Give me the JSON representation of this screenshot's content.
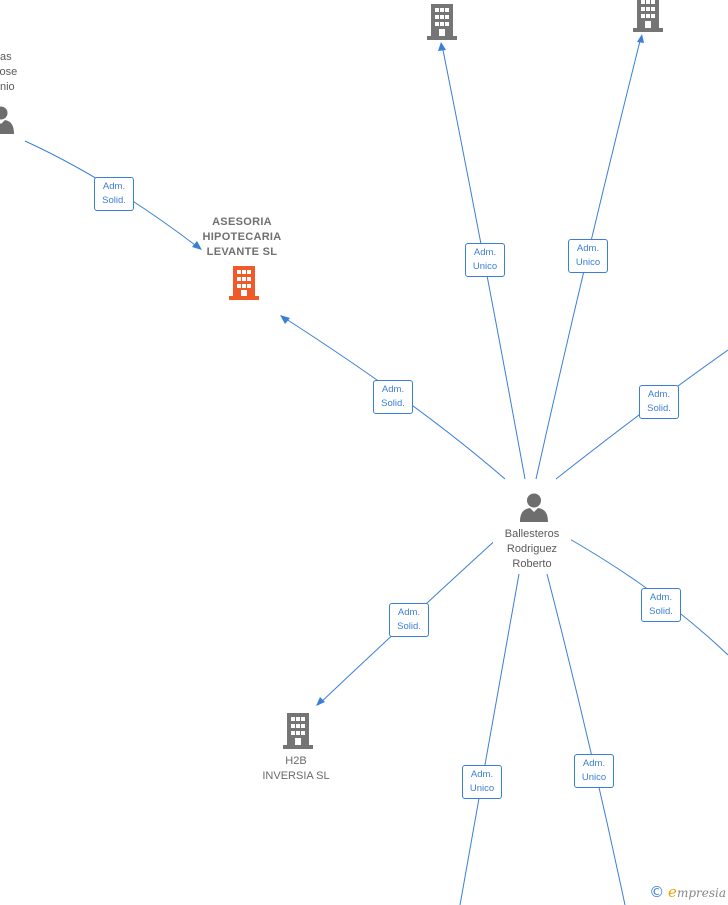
{
  "nodes": {
    "center_person": {
      "lines": [
        "Ballesteros",
        "Rodriguez",
        "Roberto"
      ]
    },
    "left_person": {
      "lines": [
        "as",
        " Jose",
        "nio"
      ]
    },
    "asesoria": {
      "lines": [
        "ASESORIA",
        "HIPOTECARIA",
        "LEVANTE  SL"
      ]
    },
    "h2b": {
      "lines": [
        "H2B",
        "INVERSIA  SL"
      ]
    }
  },
  "relations": [
    {
      "line1": "Adm.",
      "line2": "Solid."
    },
    {
      "line1": "Adm.",
      "line2": "Unico"
    },
    {
      "line1": "Adm.",
      "line2": "Unico"
    },
    {
      "line1": "Adm.",
      "line2": "Solid."
    },
    {
      "line1": "Adm.",
      "line2": "Solid."
    },
    {
      "line1": "Adm.",
      "line2": "Solid."
    },
    {
      "line1": "Adm.",
      "line2": "Solid."
    },
    {
      "line1": "Adm.",
      "line2": "Unico"
    },
    {
      "line1": "Adm.",
      "line2": "Unico"
    }
  ],
  "colors": {
    "edge": "#3a7fd5",
    "highlight_company": "#f05a28",
    "company": "#757575",
    "person": "#6e6e6e"
  },
  "icons": {
    "person": "person-icon",
    "company": "building-icon"
  },
  "watermark": {
    "symbol": "©",
    "brand_initial": "e",
    "brand_rest": "mpresia"
  }
}
